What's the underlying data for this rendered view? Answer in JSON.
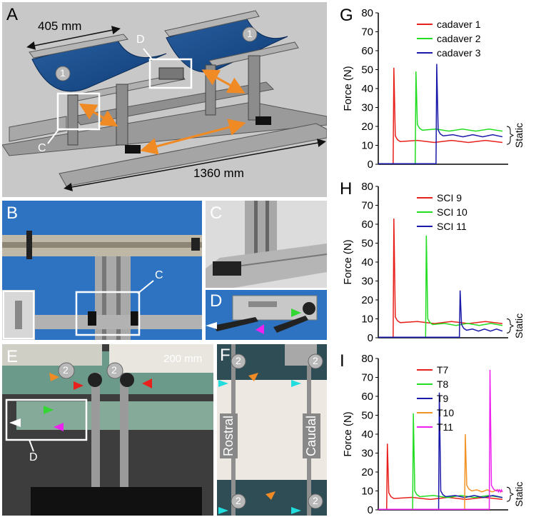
{
  "panels": {
    "A": {
      "label": "A",
      "dim_top": "405 mm",
      "dim_bottom": "1360 mm",
      "callout_c": "C",
      "callout_d": "D",
      "badge": "1"
    },
    "B": {
      "label": "B",
      "callout_c": "C"
    },
    "C": {
      "label": "C"
    },
    "D": {
      "label": "D"
    },
    "E": {
      "label": "E",
      "scale": "200 mm",
      "callout_d": "D",
      "badge": "2"
    },
    "F": {
      "label": "F",
      "rostral": "Rostral",
      "caudal": "Caudal",
      "badge": "2"
    },
    "G": {
      "label": "G"
    },
    "H": {
      "label": "H"
    },
    "I": {
      "label": "I"
    }
  },
  "chart_data": [
    {
      "type": "line",
      "panel": "G",
      "ylabel": "Force (N)",
      "ylim": [
        0,
        80
      ],
      "yticks": [
        0,
        10,
        20,
        30,
        40,
        50,
        60,
        70,
        80
      ],
      "annotation": "Static",
      "legend_position": "top-right",
      "series": [
        {
          "name": "cadaver 1",
          "color": "#e8201c",
          "onset": 0.12,
          "peak": 51,
          "static": 12
        },
        {
          "name": "cadaver 2",
          "color": "#22dd22",
          "onset": 0.29,
          "peak": 49,
          "static": 18
        },
        {
          "name": "cadaver 3",
          "color": "#1a1aaa",
          "onset": 0.45,
          "peak": 53,
          "static": 15
        }
      ]
    },
    {
      "type": "line",
      "panel": "H",
      "ylabel": "Force (N)",
      "ylim": [
        0,
        80
      ],
      "yticks": [
        0,
        10,
        20,
        30,
        40,
        50,
        60,
        70,
        80
      ],
      "annotation": "Static",
      "legend_position": "top-right",
      "series": [
        {
          "name": "SCI 9",
          "color": "#e8201c",
          "onset": 0.12,
          "peak": 63,
          "static": 8
        },
        {
          "name": "SCI 10",
          "color": "#22dd22",
          "onset": 0.37,
          "peak": 54,
          "static": 7
        },
        {
          "name": "SCI 11",
          "color": "#1a1aaa",
          "onset": 0.63,
          "peak": 25,
          "static": 4
        }
      ]
    },
    {
      "type": "line",
      "panel": "I",
      "ylabel": "Force (N)",
      "ylim": [
        0,
        80
      ],
      "yticks": [
        0,
        10,
        20,
        30,
        40,
        50,
        60,
        70,
        80
      ],
      "annotation": "Static",
      "legend_position": "top-right",
      "series": [
        {
          "name": "T7",
          "color": "#e8201c",
          "onset": 0.07,
          "peak": 35,
          "static": 6
        },
        {
          "name": "T8",
          "color": "#22dd22",
          "onset": 0.27,
          "peak": 51,
          "static": 7
        },
        {
          "name": "T9",
          "color": "#1a1aaa",
          "onset": 0.47,
          "peak": 62,
          "static": 7
        },
        {
          "name": "T10",
          "color": "#f39225",
          "onset": 0.67,
          "peak": 40,
          "static": 10
        },
        {
          "name": "T11",
          "color": "#ee22ee",
          "onset": 0.86,
          "peak": 74,
          "static": 10
        }
      ]
    }
  ]
}
